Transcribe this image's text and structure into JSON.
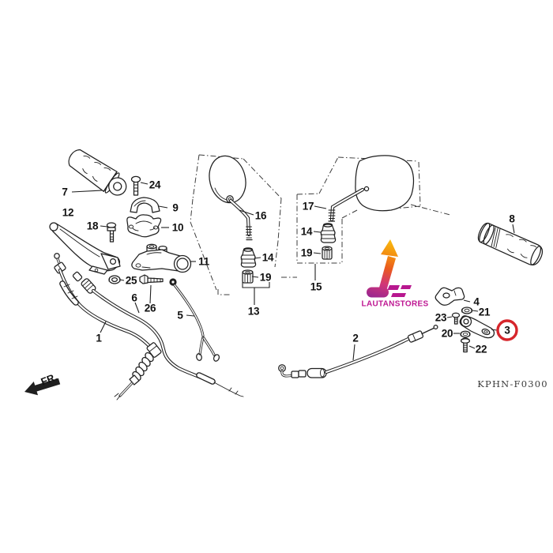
{
  "diagram": {
    "drawing_code": "KPHN-F0300",
    "front_marker": "FR.",
    "highlighted_part": "3",
    "highlight_ring_color": "#d6252b",
    "labels": {
      "1": "1",
      "2": "2",
      "3": "3",
      "4": "4",
      "5": "5",
      "6": "6",
      "7": "7",
      "8": "8",
      "9": "9",
      "10": "10",
      "11": "11",
      "12": "12",
      "13": "13",
      "14": "14",
      "15": "15",
      "16": "16",
      "17": "17",
      "18": "18",
      "19": "19",
      "20": "20",
      "21": "21",
      "22": "22",
      "23": "23",
      "24": "24",
      "25": "25",
      "26": "26"
    }
  },
  "watermark": {
    "brand": "LAUTANSTORES",
    "arrow_gradient": [
      "#f9b90f",
      "#f28a12",
      "#ea5a1e",
      "#d03579",
      "#942592"
    ],
    "text_color": "#be1692"
  }
}
